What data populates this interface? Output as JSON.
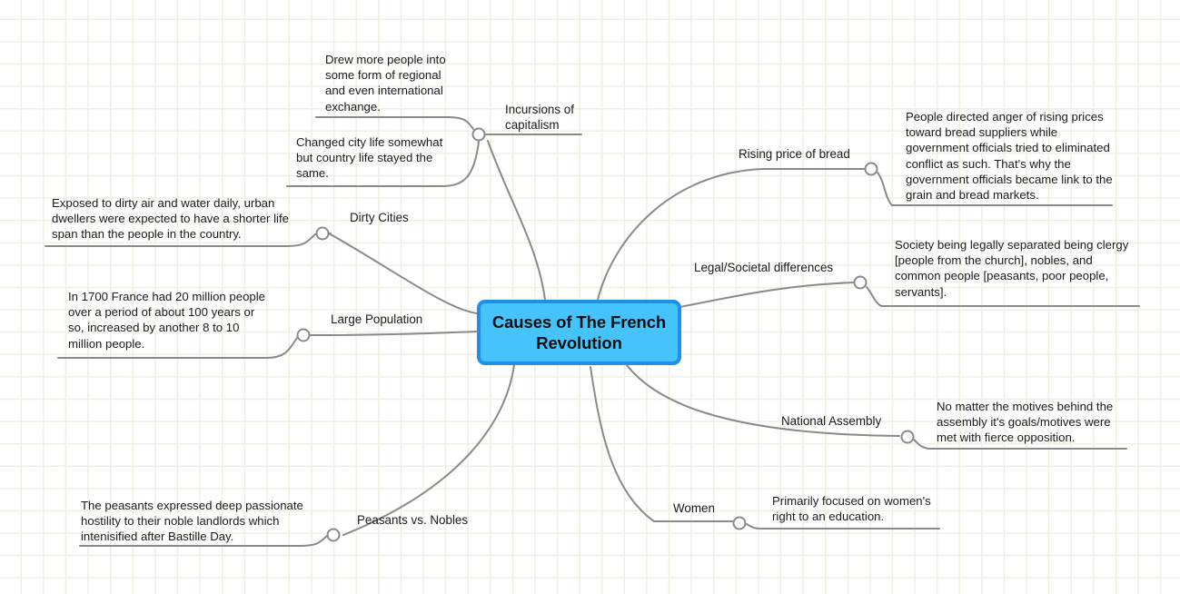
{
  "app": {
    "type": "mind-map",
    "background": "#ffffff",
    "grid_color": "#edf1e4",
    "link_color": "#8a8a8a"
  },
  "central": {
    "text": "Causes of The French Revolution",
    "fill": "#45c3fb",
    "border": "#1e90e8",
    "text_color": "#0d0d0d"
  },
  "branches": [
    {
      "id": "incursions-of-capitalism",
      "label": "Incursions of capitalism",
      "side": "left-top",
      "children": [
        {
          "id": "regional-exchange",
          "label": "Drew more people into some form of regional and even international exchange."
        },
        {
          "id": "city-life-changed",
          "label": "Changed city life somewhat but country life stayed the same."
        }
      ]
    },
    {
      "id": "dirty-cities",
      "label": "Dirty Cities",
      "side": "left",
      "children": [
        {
          "id": "shorter-life-span",
          "label": "Exposed to dirty air and water daily, urban dwellers were expected to have a shorter life span than the people in the country."
        }
      ]
    },
    {
      "id": "large-population",
      "label": "Large Population",
      "side": "left",
      "children": [
        {
          "id": "population-growth",
          "label": "In 1700 France had 20 million people over a period of about 100 years or so, increased by another 8 to 10 million people."
        }
      ]
    },
    {
      "id": "peasants-vs-nobles",
      "label": "Peasants vs. Nobles",
      "side": "left-bottom",
      "children": [
        {
          "id": "peasant-hostility",
          "label": "The peasants expressed deep passionate hostility to their noble landlords which intenisified after Bastille Day."
        }
      ]
    },
    {
      "id": "rising-price-of-bread",
      "label": "Rising price of bread",
      "side": "right-top",
      "children": [
        {
          "id": "bread-anger",
          "label": "People directed anger of rising prices toward bread suppliers while government officials tried to eliminated conflict as such. That's why the government officials became link to the grain and bread markets."
        }
      ]
    },
    {
      "id": "legal-societal-differences",
      "label": "Legal/Societal differences",
      "side": "right",
      "children": [
        {
          "id": "estates-separation",
          "label": "Society being legally separated being clergy [people from the church], nobles, and common people [peasants, poor people, servants]."
        }
      ]
    },
    {
      "id": "national-assembly",
      "label": "National Assembly",
      "side": "right-bottom",
      "children": [
        {
          "id": "fierce-opposition",
          "label": "No matter the motives behind the assembly it's goals/motives were met with fierce opposition."
        }
      ]
    },
    {
      "id": "women",
      "label": "Women",
      "side": "right-bottom",
      "children": [
        {
          "id": "womens-education",
          "label": "Primarily focused on women's right to an education."
        }
      ]
    }
  ]
}
